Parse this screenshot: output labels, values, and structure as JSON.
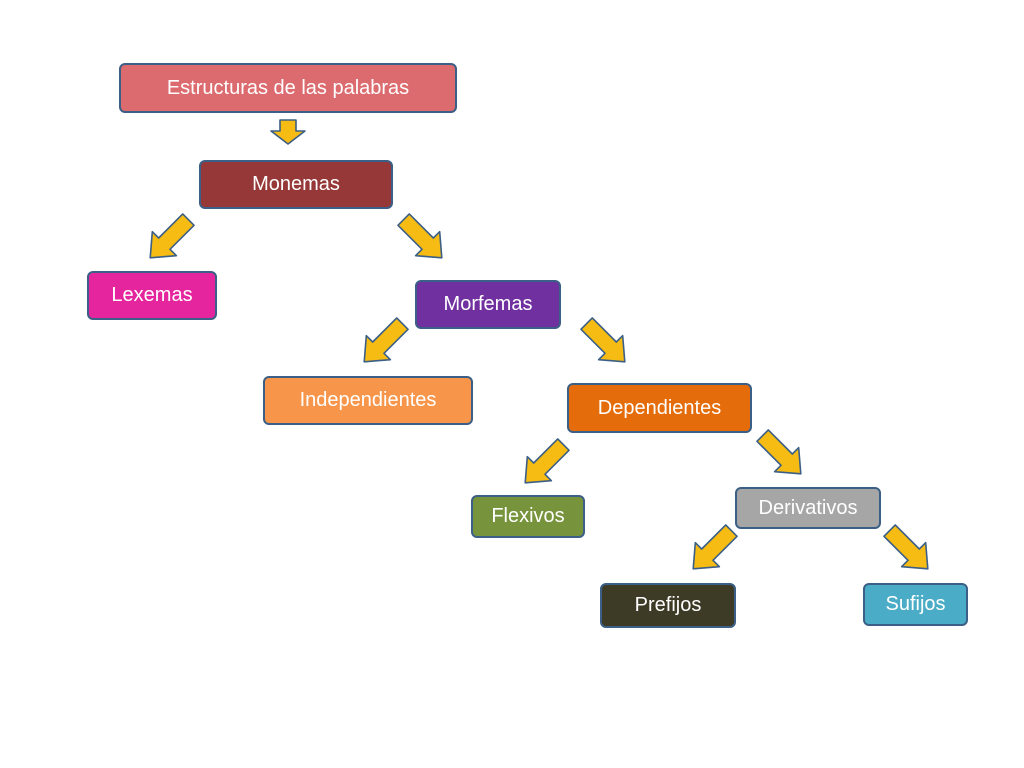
{
  "nodes": {
    "root": {
      "label": "Estructuras de las palabras",
      "color": "#dc6b6f"
    },
    "monemas": {
      "label": "Monemas",
      "color": "#953837"
    },
    "lexemas": {
      "label": "Lexemas",
      "color": "#e5259d"
    },
    "morfemas": {
      "label": "Morfemas",
      "color": "#7030a0"
    },
    "independientes": {
      "label": "Independientes",
      "color": "#f7964a"
    },
    "dependientes": {
      "label": "Dependientes",
      "color": "#e46c0a"
    },
    "flexivos": {
      "label": "Flexivos",
      "color": "#77933c"
    },
    "derivativos": {
      "label": "Derivativos",
      "color": "#a6a6a6"
    },
    "prefijos": {
      "label": "Prefijos",
      "color": "#3d3a26"
    },
    "sufijos": {
      "label": "Sufijos",
      "color": "#4aacc6"
    }
  },
  "arrow_color": "#f6bc13"
}
